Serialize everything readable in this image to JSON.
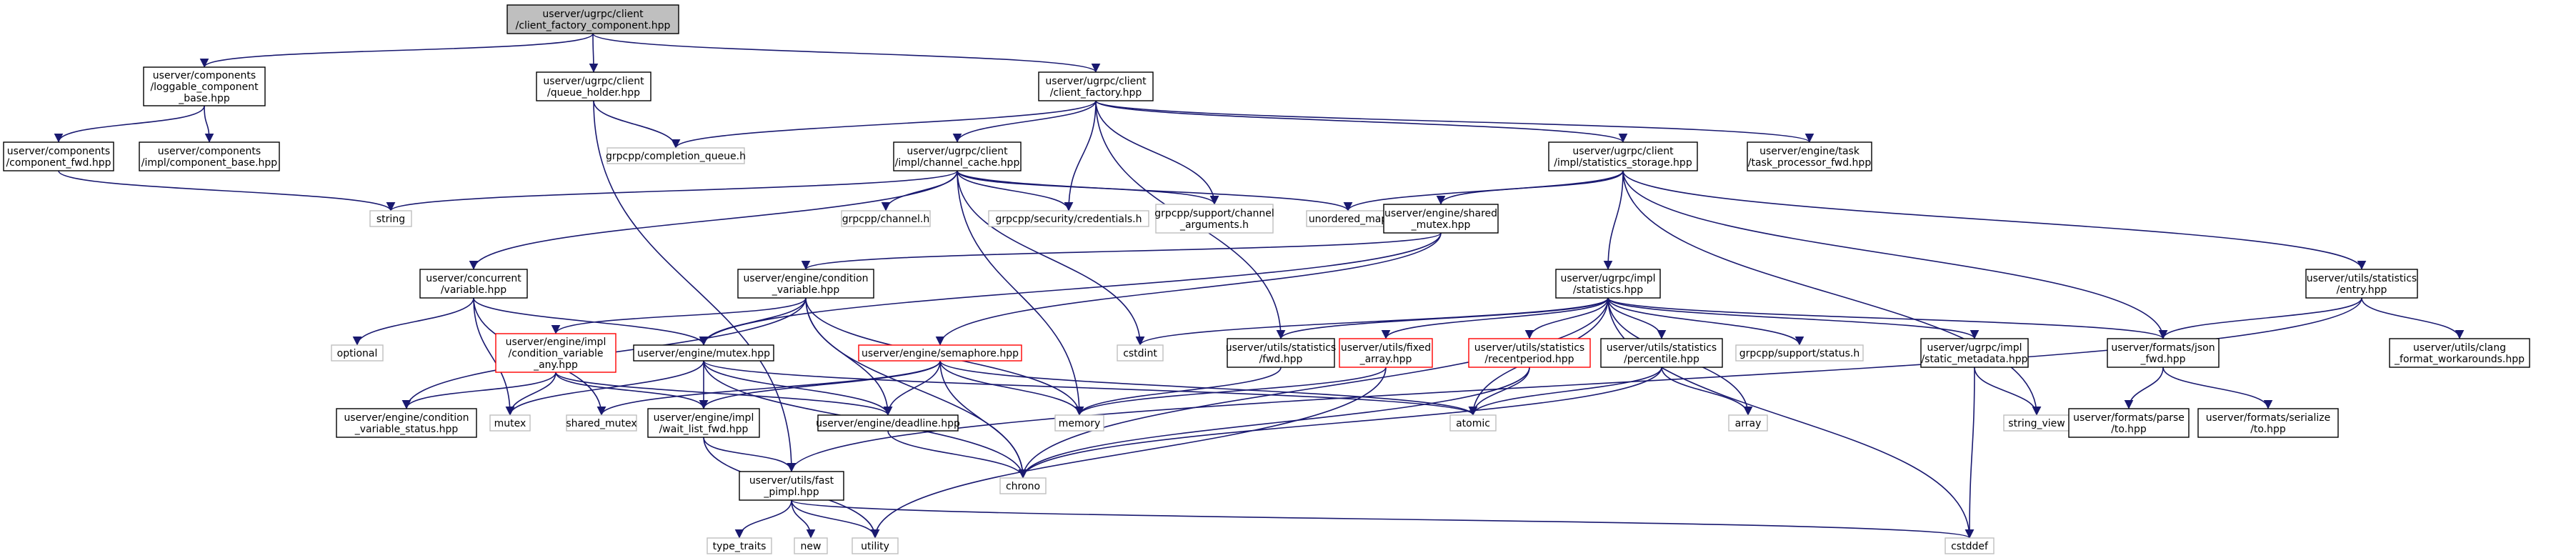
{
  "graph": {
    "title": "",
    "colors": {
      "edge": "#191970",
      "root_fill": "#bfbfbf",
      "system_border": "#bfbfbf",
      "undocumented_border": "#ff0000",
      "text": "#000000"
    },
    "nodes": [
      {
        "id": "root",
        "kind": "root",
        "lines": [
          "userver/ugrpc/client",
          "/client_factory_component.hpp"
        ]
      },
      {
        "id": "loggable",
        "kind": "local",
        "lines": [
          "userver/components",
          "/loggable_component",
          "_base.hpp"
        ]
      },
      {
        "id": "queue_holder",
        "kind": "local",
        "lines": [
          "userver/ugrpc/client",
          "/queue_holder.hpp"
        ]
      },
      {
        "id": "client_factory",
        "kind": "local",
        "lines": [
          "userver/ugrpc/client",
          "/client_factory.hpp"
        ]
      },
      {
        "id": "component_fwd",
        "kind": "local",
        "lines": [
          "userver/components",
          "/component_fwd.hpp"
        ]
      },
      {
        "id": "component_base",
        "kind": "local",
        "lines": [
          "userver/components",
          "/impl/component_base.hpp"
        ]
      },
      {
        "id": "completion_queue",
        "kind": "system",
        "lines": [
          "grpcpp/completion_queue.h"
        ]
      },
      {
        "id": "channel_cache",
        "kind": "local",
        "lines": [
          "userver/ugrpc/client",
          "/impl/channel_cache.hpp"
        ]
      },
      {
        "id": "statistics_storage",
        "kind": "local",
        "lines": [
          "userver/ugrpc/client",
          "/impl/statistics_storage.hpp"
        ]
      },
      {
        "id": "task_processor_fwd",
        "kind": "local",
        "lines": [
          "userver/engine/task",
          "/task_processor_fwd.hpp"
        ]
      },
      {
        "id": "string",
        "kind": "system",
        "lines": [
          "string"
        ]
      },
      {
        "id": "grpc_channel",
        "kind": "system",
        "lines": [
          "grpcpp/channel.h"
        ]
      },
      {
        "id": "credentials",
        "kind": "system",
        "lines": [
          "grpcpp/security/credentials.h"
        ]
      },
      {
        "id": "channel_arguments",
        "kind": "system",
        "lines": [
          "grpcpp/support/channel",
          "_arguments.h"
        ]
      },
      {
        "id": "unordered_map",
        "kind": "system",
        "lines": [
          "unordered_map"
        ]
      },
      {
        "id": "shared_mutex_hpp",
        "kind": "local",
        "lines": [
          "userver/engine/shared",
          "_mutex.hpp"
        ]
      },
      {
        "id": "concurrent_variable",
        "kind": "local",
        "lines": [
          "userver/concurrent",
          "/variable.hpp"
        ]
      },
      {
        "id": "condition_variable",
        "kind": "local",
        "lines": [
          "userver/engine/condition",
          "_variable.hpp"
        ]
      },
      {
        "id": "ugrpc_statistics",
        "kind": "local",
        "lines": [
          "userver/ugrpc/impl",
          "/statistics.hpp"
        ]
      },
      {
        "id": "statistics_entry",
        "kind": "local",
        "lines": [
          "userver/utils/statistics",
          "/entry.hpp"
        ]
      },
      {
        "id": "optional",
        "kind": "system",
        "lines": [
          "optional"
        ]
      },
      {
        "id": "cv_any",
        "kind": "undoc",
        "lines": [
          "userver/engine/impl",
          "/condition_variable",
          "_any.hpp"
        ]
      },
      {
        "id": "engine_mutex",
        "kind": "local",
        "lines": [
          "userver/engine/mutex.hpp"
        ]
      },
      {
        "id": "semaphore",
        "kind": "undoc",
        "lines": [
          "userver/engine/semaphore.hpp"
        ]
      },
      {
        "id": "cstdint",
        "kind": "system",
        "lines": [
          "cstdint"
        ]
      },
      {
        "id": "statistics_fwd",
        "kind": "local",
        "lines": [
          "userver/utils/statistics",
          "/fwd.hpp"
        ]
      },
      {
        "id": "fixed_array",
        "kind": "undoc",
        "lines": [
          "userver/utils/fixed",
          "_array.hpp"
        ]
      },
      {
        "id": "recentperiod",
        "kind": "undoc",
        "lines": [
          "userver/utils/statistics",
          "/recentperiod.hpp"
        ]
      },
      {
        "id": "percentile",
        "kind": "local",
        "lines": [
          "userver/utils/statistics",
          "/percentile.hpp"
        ]
      },
      {
        "id": "grpc_status",
        "kind": "system",
        "lines": [
          "grpcpp/support/status.h"
        ]
      },
      {
        "id": "static_metadata",
        "kind": "local",
        "lines": [
          "userver/ugrpc/impl",
          "/static_metadata.hpp"
        ]
      },
      {
        "id": "json_fwd",
        "kind": "local",
        "lines": [
          "userver/formats/json",
          "_fwd.hpp"
        ]
      },
      {
        "id": "clang_format",
        "kind": "local",
        "lines": [
          "userver/utils/clang",
          "_format_workarounds.hpp"
        ]
      },
      {
        "id": "cv_status",
        "kind": "local",
        "lines": [
          "userver/engine/condition",
          "_variable_status.hpp"
        ]
      },
      {
        "id": "mutex",
        "kind": "system",
        "lines": [
          "mutex"
        ]
      },
      {
        "id": "shared_mutex",
        "kind": "system",
        "lines": [
          "shared_mutex"
        ]
      },
      {
        "id": "wait_list_fwd",
        "kind": "local",
        "lines": [
          "userver/engine/impl",
          "/wait_list_fwd.hpp"
        ]
      },
      {
        "id": "deadline",
        "kind": "local",
        "lines": [
          "userver/engine/deadline.hpp"
        ]
      },
      {
        "id": "memory",
        "kind": "system",
        "lines": [
          "memory"
        ]
      },
      {
        "id": "atomic",
        "kind": "system",
        "lines": [
          "atomic"
        ]
      },
      {
        "id": "array",
        "kind": "system",
        "lines": [
          "array"
        ]
      },
      {
        "id": "string_view",
        "kind": "system",
        "lines": [
          "string_view"
        ]
      },
      {
        "id": "json_parse",
        "kind": "local",
        "lines": [
          "userver/formats/parse",
          "/to.hpp"
        ]
      },
      {
        "id": "json_serialize",
        "kind": "local",
        "lines": [
          "userver/formats/serialize",
          "/to.hpp"
        ]
      },
      {
        "id": "fast_pimpl",
        "kind": "local",
        "lines": [
          "userver/utils/fast",
          "_pimpl.hpp"
        ]
      },
      {
        "id": "chrono",
        "kind": "system",
        "lines": [
          "chrono"
        ]
      },
      {
        "id": "type_traits",
        "kind": "system",
        "lines": [
          "type_traits"
        ]
      },
      {
        "id": "new",
        "kind": "system",
        "lines": [
          "new"
        ]
      },
      {
        "id": "utility",
        "kind": "system",
        "lines": [
          "utility"
        ]
      },
      {
        "id": "cstddef",
        "kind": "system",
        "lines": [
          "cstddef"
        ]
      }
    ],
    "edges": [
      [
        "root",
        "loggable"
      ],
      [
        "root",
        "queue_holder"
      ],
      [
        "root",
        "client_factory"
      ],
      [
        "loggable",
        "component_fwd"
      ],
      [
        "loggable",
        "component_base"
      ],
      [
        "component_fwd",
        "string"
      ],
      [
        "queue_holder",
        "completion_queue"
      ],
      [
        "queue_holder",
        "fast_pimpl"
      ],
      [
        "client_factory",
        "completion_queue"
      ],
      [
        "client_factory",
        "channel_cache"
      ],
      [
        "client_factory",
        "credentials"
      ],
      [
        "client_factory",
        "channel_arguments"
      ],
      [
        "client_factory",
        "statistics_storage"
      ],
      [
        "client_factory",
        "task_processor_fwd"
      ],
      [
        "client_factory",
        "statistics_fwd"
      ],
      [
        "channel_cache",
        "string"
      ],
      [
        "channel_cache",
        "grpc_channel"
      ],
      [
        "channel_cache",
        "credentials"
      ],
      [
        "channel_cache",
        "channel_arguments"
      ],
      [
        "channel_cache",
        "unordered_map"
      ],
      [
        "channel_cache",
        "concurrent_variable"
      ],
      [
        "channel_cache",
        "memory"
      ],
      [
        "channel_cache",
        "cstdint"
      ],
      [
        "statistics_storage",
        "unordered_map"
      ],
      [
        "statistics_storage",
        "shared_mutex_hpp"
      ],
      [
        "statistics_storage",
        "ugrpc_statistics"
      ],
      [
        "statistics_storage",
        "statistics_entry"
      ],
      [
        "statistics_storage",
        "json_fwd"
      ],
      [
        "statistics_storage",
        "string_view"
      ],
      [
        "shared_mutex_hpp",
        "condition_variable"
      ],
      [
        "shared_mutex_hpp",
        "engine_mutex"
      ],
      [
        "shared_mutex_hpp",
        "semaphore"
      ],
      [
        "concurrent_variable",
        "optional"
      ],
      [
        "concurrent_variable",
        "engine_mutex"
      ],
      [
        "concurrent_variable",
        "mutex"
      ],
      [
        "concurrent_variable",
        "shared_mutex"
      ],
      [
        "condition_variable",
        "cv_status"
      ],
      [
        "condition_variable",
        "cv_any"
      ],
      [
        "condition_variable",
        "engine_mutex"
      ],
      [
        "condition_variable",
        "deadline"
      ],
      [
        "condition_variable",
        "memory"
      ],
      [
        "condition_variable",
        "chrono"
      ],
      [
        "cv_any",
        "cv_status"
      ],
      [
        "cv_any",
        "mutex"
      ],
      [
        "cv_any",
        "deadline"
      ],
      [
        "cv_any",
        "wait_list_fwd"
      ],
      [
        "engine_mutex",
        "mutex"
      ],
      [
        "engine_mutex",
        "wait_list_fwd"
      ],
      [
        "engine_mutex",
        "deadline"
      ],
      [
        "engine_mutex",
        "atomic"
      ],
      [
        "engine_mutex",
        "chrono"
      ],
      [
        "semaphore",
        "shared_mutex"
      ],
      [
        "semaphore",
        "wait_list_fwd"
      ],
      [
        "semaphore",
        "deadline"
      ],
      [
        "semaphore",
        "memory"
      ],
      [
        "semaphore",
        "atomic"
      ],
      [
        "semaphore",
        "chrono"
      ],
      [
        "ugrpc_statistics",
        "cstdint"
      ],
      [
        "ugrpc_statistics",
        "statistics_fwd"
      ],
      [
        "ugrpc_statistics",
        "fixed_array"
      ],
      [
        "ugrpc_statistics",
        "recentperiod"
      ],
      [
        "ugrpc_statistics",
        "percentile"
      ],
      [
        "ugrpc_statistics",
        "grpc_status"
      ],
      [
        "ugrpc_statistics",
        "static_metadata"
      ],
      [
        "ugrpc_statistics",
        "json_fwd"
      ],
      [
        "ugrpc_statistics",
        "atomic"
      ],
      [
        "ugrpc_statistics",
        "array"
      ],
      [
        "ugrpc_statistics",
        "chrono"
      ],
      [
        "ugrpc_statistics",
        "cstddef"
      ],
      [
        "statistics_entry",
        "json_fwd"
      ],
      [
        "statistics_entry",
        "clang_format"
      ],
      [
        "statistics_entry",
        "fast_pimpl"
      ],
      [
        "statistics_fwd",
        "memory"
      ],
      [
        "fixed_array",
        "memory"
      ],
      [
        "fixed_array",
        "utility"
      ],
      [
        "recentperiod",
        "atomic"
      ],
      [
        "recentperiod",
        "chrono"
      ],
      [
        "percentile",
        "array"
      ],
      [
        "percentile",
        "atomic"
      ],
      [
        "percentile",
        "chrono"
      ],
      [
        "static_metadata",
        "string_view"
      ],
      [
        "static_metadata",
        "cstddef"
      ],
      [
        "json_fwd",
        "json_parse"
      ],
      [
        "json_fwd",
        "json_serialize"
      ],
      [
        "wait_list_fwd",
        "fast_pimpl"
      ],
      [
        "wait_list_fwd",
        "utility"
      ],
      [
        "deadline",
        "chrono"
      ],
      [
        "fast_pimpl",
        "type_traits"
      ],
      [
        "fast_pimpl",
        "new"
      ],
      [
        "fast_pimpl",
        "utility"
      ],
      [
        "fast_pimpl",
        "cstddef"
      ]
    ]
  }
}
